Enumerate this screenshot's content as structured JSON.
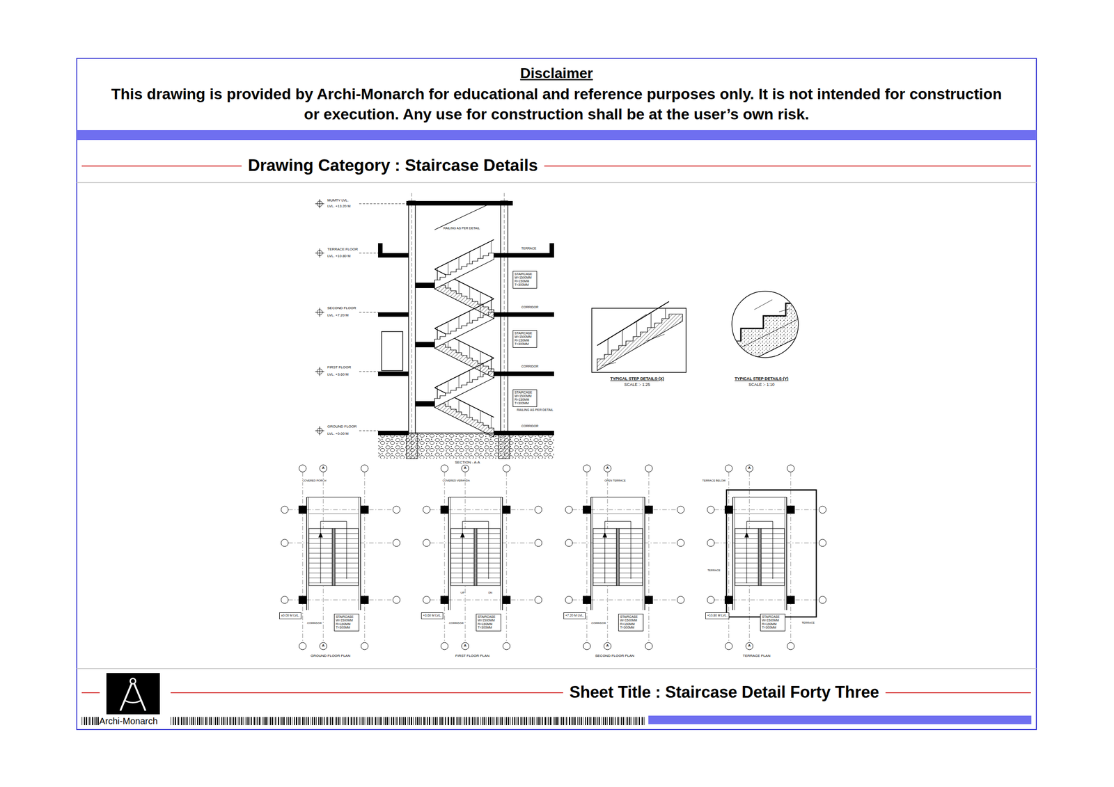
{
  "diagram": {
    "title": "Drawing Category : Staircase Details",
    "caption": "Sheet Title : Staircase Detail Forty Three",
    "nodes": [
      {
        "text": [
          "Disclaimer",
          "This drawing is provided by Archi-Monarch for educational and reference purposes only. It is not intended for construction or execution. Any use for construction shall be at the user’s own risk."
        ]
      },
      {
        "text": [
          "STAIRCASE W=1500MM R=150MM T=300MM"
        ]
      },
      {
        "text": [
          "STAIRCASE W=1500MM R=150MM T=300MM"
        ]
      },
      {
        "text": [
          "STAIRCASE W=1500MM R=150MM T=300MM"
        ]
      },
      {
        "text": [
          "±0.00 M LVL."
        ]
      },
      {
        "text": [
          "STAIRCASE W=1500MM R=150MM T=300MM"
        ]
      },
      {
        "text": [
          "+3.60 M LVL."
        ]
      },
      {
        "text": [
          "STAIRCASE W=1500MM R=150MM T=300MM"
        ]
      },
      {
        "text": [
          "+7.20 M LVL."
        ]
      },
      {
        "text": [
          "STAIRCASE W=1500MM R=150MM T=300MM"
        ]
      },
      {
        "text": [
          "+10.80 M LVL."
        ]
      },
      {
        "text": [
          "STAIRCASE W=1500MM R=150MM T=300MM"
        ]
      },
      {
        "text": [
          "Archi-Monarch"
        ]
      }
    ],
    "labels": [
      "MUMTY LVL.",
      "LVL. +13.20 M",
      "TERRACE FLOOR",
      "LVL. +10.80 M",
      "SECOND FLOOR",
      "LVL. +7.20 M",
      "FIRST FLOOR",
      "LVL. +3.60 M",
      "GROUND FLOOR",
      "LVL. +0.00 M",
      "RAILING AS PER DETAIL",
      "TERRACE",
      "CORRIDOR",
      "CORRIDOR",
      "CORRIDOR",
      "RAILING AS PER DETAIL",
      "SECTION - A-A",
      "TYPICAL STEP DETAILS-(X)",
      "SCALE :- 1:25",
      "TYPICAL STEP DETAILS-(Y)",
      "SCALE :- 1:10",
      "GROUND FLOOR PLAN",
      "FIRST FLOOR PLAN",
      "SECOND FLOOR PLAN",
      "TERRACE PLAN",
      "A",
      "A",
      "A",
      "A",
      "A",
      "A",
      "A",
      "A",
      "COVERED PORCH",
      "COVERED VERANDA",
      "OPEN TERRACE",
      "TERRACE BELOW",
      "CORRIDOR",
      "CORRIDOR",
      "CORRIDOR",
      "TERRACE",
      "TERRACE",
      "UP",
      "DN"
    ]
  }
}
